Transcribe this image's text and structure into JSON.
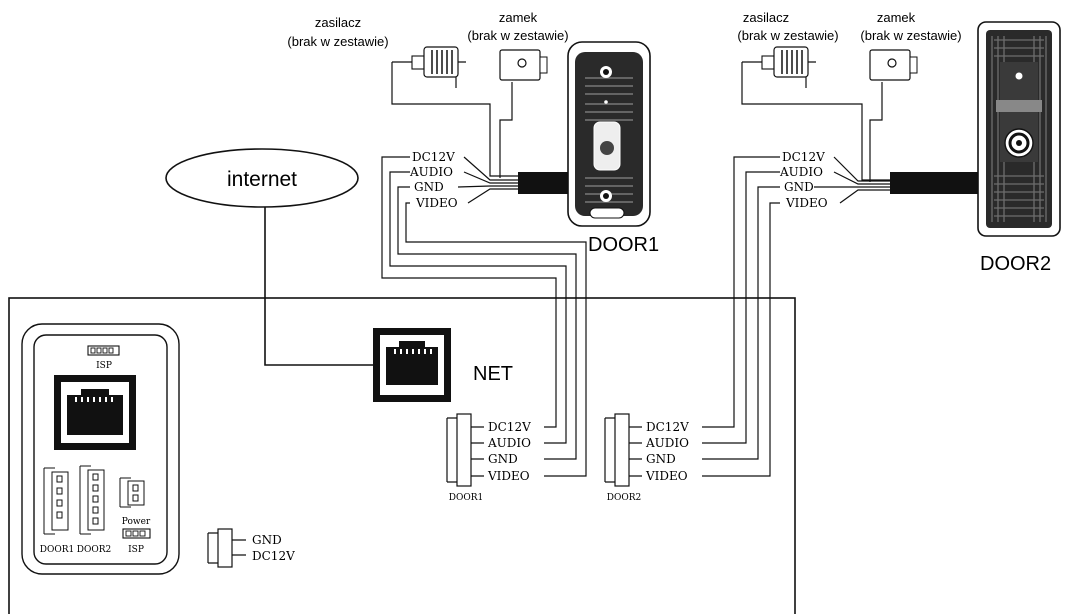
{
  "cloud": {
    "label": "internet"
  },
  "net_label": "NET",
  "door1": {
    "title": "DOOR1",
    "power": {
      "line1": "zasilacz",
      "line2": "(brak w zestawie)"
    },
    "lock": {
      "line1": "zamek",
      "line2": "(brak w zestawie)"
    },
    "wires": [
      "DC12V",
      "AUDIO",
      "GND",
      "VIDEO"
    ]
  },
  "door2": {
    "title": "DOOR2",
    "power": {
      "line1": "zasilacz",
      "line2": "(brak w zestawie)"
    },
    "lock": {
      "line1": "zamek",
      "line2": "(brak w zestawie)"
    },
    "wires": [
      "DC12V",
      "AUDIO",
      "GND",
      "VIDEO"
    ]
  },
  "monitor": {
    "port_door1": {
      "label": "DOOR1",
      "pins": [
        "DC12V",
        "AUDIO",
        "GND",
        "VIDEO"
      ]
    },
    "port_door2": {
      "label": "DOOR2",
      "pins": [
        "DC12V",
        "AUDIO",
        "GND",
        "VIDEO"
      ]
    },
    "power_port": {
      "pins": [
        "GND",
        "DC12V"
      ]
    },
    "board": {
      "isp_top": "ISP",
      "door1": "DOOR1",
      "door2": "DOOR2",
      "power": "Power",
      "isp_bottom": "ISP"
    }
  }
}
